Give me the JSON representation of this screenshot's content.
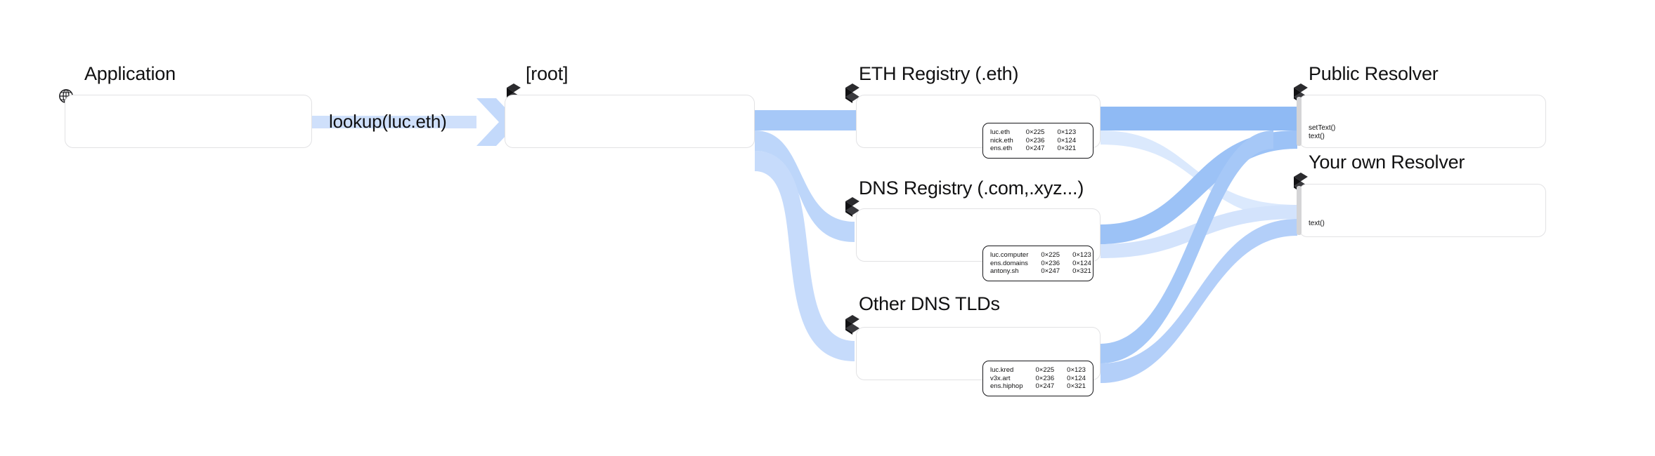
{
  "diagram": {
    "title_note": "ENS name resolution flow",
    "accent_ribbon_color": "#a6c8f7",
    "ribbon_color_light": "#cfe0fb",
    "node_border_color": "#e2e2e4",
    "table_border_color": "#17171a",
    "text_color": "#111112",
    "handle_color": "#d4d4d6"
  },
  "flow_label": {
    "text": "lookup(luc.eth)",
    "arrow_icon": "chevron-right-icon"
  },
  "nodes": [
    {
      "id": "application",
      "title": "Application",
      "icon": "globe-icon"
    },
    {
      "id": "root",
      "title": "[root]",
      "icon": "contract-icon"
    },
    {
      "id": "eth-registry",
      "title": "ETH Registry (.eth)",
      "icon": "contract-icon"
    },
    {
      "id": "dns-registry",
      "title": "DNS Registry (.com,.xyz...)",
      "icon": "contract-icon"
    },
    {
      "id": "other-dns-tlds",
      "title": "Other DNS TLDs",
      "icon": "contract-icon"
    },
    {
      "id": "public-resolver",
      "title": "Public Resolver",
      "icon": "contract-icon",
      "methods": [
        "setText()",
        "text()"
      ]
    },
    {
      "id": "your-own-resolver",
      "title": "Your own Resolver",
      "icon": "contract-icon",
      "methods": [
        "text()"
      ]
    }
  ],
  "tables": {
    "eth_registry": {
      "rows": [
        {
          "name": "luc.eth",
          "owner": "0×225",
          "resolver": "0×123"
        },
        {
          "name": "nick.eth",
          "owner": "0×236",
          "resolver": "0×124"
        },
        {
          "name": "ens.eth",
          "owner": "0×247",
          "resolver": "0×321"
        }
      ]
    },
    "dns_registry": {
      "rows": [
        {
          "name": "luc.computer",
          "owner": "0×225",
          "resolver": "0×123"
        },
        {
          "name": "ens.domains",
          "owner": "0×236",
          "resolver": "0×124"
        },
        {
          "name": "antony.sh",
          "owner": "0×247",
          "resolver": "0×321"
        }
      ]
    },
    "other_dns_tlds": {
      "rows": [
        {
          "name": "luc.kred",
          "owner": "0×225",
          "resolver": "0×123"
        },
        {
          "name": "v3x.art",
          "owner": "0×236",
          "resolver": "0×124"
        },
        {
          "name": "ens.hiphop",
          "owner": "0×247",
          "resolver": "0×321"
        }
      ]
    }
  }
}
